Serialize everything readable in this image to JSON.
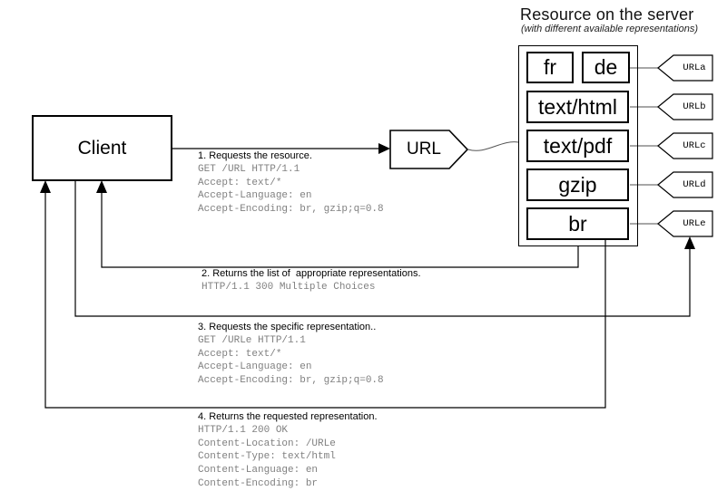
{
  "title": "Resource on the server",
  "subtitle": "(with different available representations)",
  "client": {
    "label": "Client"
  },
  "url_node": {
    "label": "URL"
  },
  "server": {
    "representations": [
      {
        "labels": [
          "fr",
          "de"
        ],
        "url": "URLa"
      },
      {
        "labels": [
          "text/html"
        ],
        "url": "URLb"
      },
      {
        "labels": [
          "text/pdf"
        ],
        "url": "URLc"
      },
      {
        "labels": [
          "gzip"
        ],
        "url": "URLd"
      },
      {
        "labels": [
          "br"
        ],
        "url": "URLe"
      }
    ]
  },
  "messages": [
    {
      "heading": "1. Requests the resource.",
      "lines": [
        "GET /URL HTTP/1.1",
        "Accept: text/*",
        "Accept-Language: en",
        "Accept-Encoding: br, gzip;q=0.8"
      ]
    },
    {
      "heading": "2. Returns the list of  appropriate representations.",
      "lines": [
        "HTTP/1.1 300 Multiple Choices"
      ]
    },
    {
      "heading": "3. Requests the specific representation..",
      "lines": [
        "GET /URLe HTTP/1.1",
        "Accept: text/*",
        "Accept-Language: en",
        "Accept-Encoding: br, gzip;q=0.8"
      ]
    },
    {
      "heading": "4. Returns the requested representation.",
      "lines": [
        "HTTP/1.1 200 OK",
        "Content-Location: /URLe",
        "Content-Type: text/html",
        "Content-Language: en",
        "Content-Encoding: br"
      ]
    }
  ],
  "colors": {
    "line": "#000000",
    "http_text": "#808080",
    "connector_gray": "#8a8a8a"
  }
}
